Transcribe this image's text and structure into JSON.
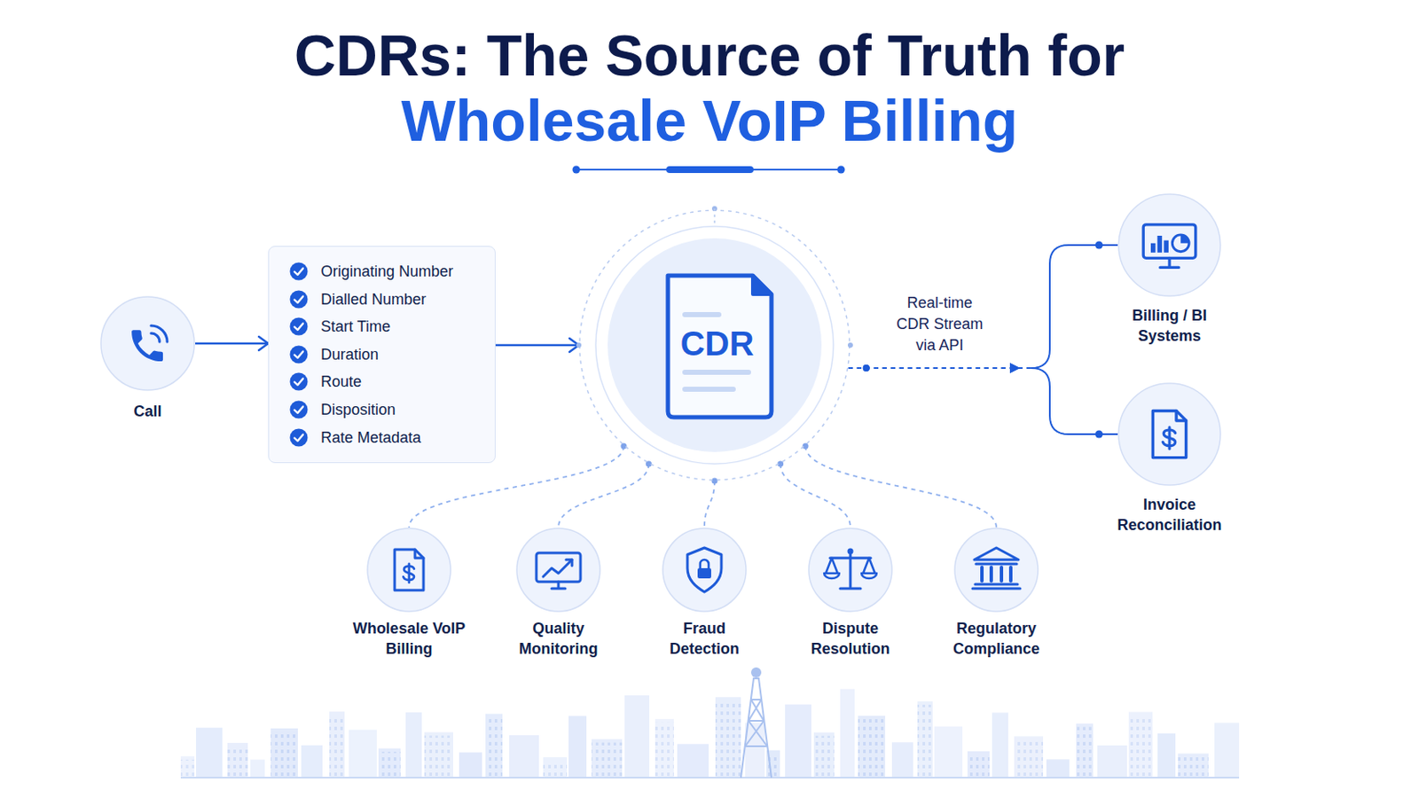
{
  "diagram": {
    "title": "CDRs: The Source of Truth for Wholesale VoIP Billing",
    "nodes": [
      {
        "text": [
          "Call"
        ]
      },
      {
        "text": [
          "Originating Number",
          "Dialled Number",
          "Start Time",
          "Duration",
          "Route",
          "Disposition",
          "Rate Metadata"
        ]
      },
      {
        "text": [
          "CDR"
        ]
      },
      {
        "text": [
          "Billing / BI Systems"
        ]
      },
      {
        "text": [
          "Invoice Reconciliation"
        ]
      },
      {
        "text": [
          "Wholesale VoIP Billing"
        ]
      },
      {
        "text": [
          "Quality Monitoring"
        ]
      },
      {
        "text": [
          "Fraud Detection"
        ]
      },
      {
        "text": [
          "Dispute Resolution"
        ]
      },
      {
        "text": [
          "Regulatory Compliance"
        ]
      }
    ],
    "edges": [
      {
        "from": 0,
        "to": 1,
        "arrow": "to"
      },
      {
        "from": 1,
        "to": 2,
        "arrow": "to"
      },
      {
        "from": 2,
        "to": 3,
        "arrow": "to",
        "label": "Real-time CDR Stream via API"
      },
      {
        "from": 2,
        "to": 4,
        "arrow": "to"
      },
      {
        "from": 2,
        "to": 5,
        "arrow": "none"
      },
      {
        "from": 2,
        "to": 6,
        "arrow": "none"
      },
      {
        "from": 2,
        "to": 7,
        "arrow": "none"
      },
      {
        "from": 2,
        "to": 8,
        "arrow": "none"
      },
      {
        "from": 2,
        "to": 9,
        "arrow": "none"
      }
    ]
  }
}
